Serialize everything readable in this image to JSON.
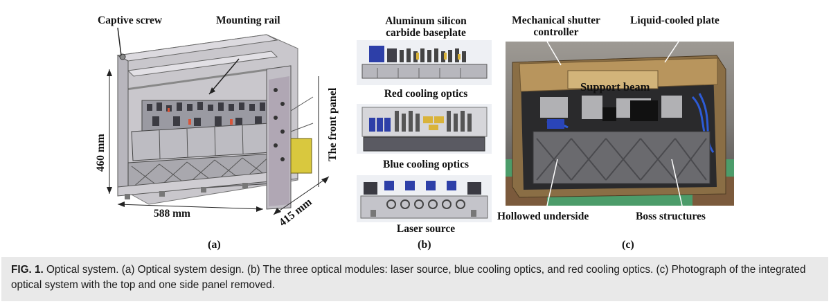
{
  "figure": {
    "panel_a": {
      "labels": {
        "captive_screw": "Captive screw",
        "mounting_rail": "Mounting rail",
        "front_panel": "The front panel",
        "height": "460 mm",
        "width": "588 mm",
        "depth": "415 mm"
      },
      "sublabel": "(a)"
    },
    "panel_b": {
      "labels": {
        "baseplate_line1": "Aluminum silicon",
        "baseplate_line2": "carbide baseplate",
        "red": "Red cooling optics",
        "blue": "Blue cooling optics",
        "laser": "Laser source"
      },
      "sublabel": "(b)"
    },
    "panel_c": {
      "labels": {
        "shutter_line1": "Mechanical shutter",
        "shutter_line2": "controller",
        "plate": "Liquid-cooled plate",
        "beam": "Support beam",
        "hollowed": "Hollowed underside",
        "boss": "Boss structures"
      },
      "sublabel": "(c)"
    }
  },
  "caption": {
    "fig_label": "FIG. 1.",
    "text": " Optical system. (a) Optical system design. (b) The three optical modules: laser source, blue cooling optics, and red cooling optics. (c) Photograph of the integrated optical system with the top and one side panel removed."
  }
}
